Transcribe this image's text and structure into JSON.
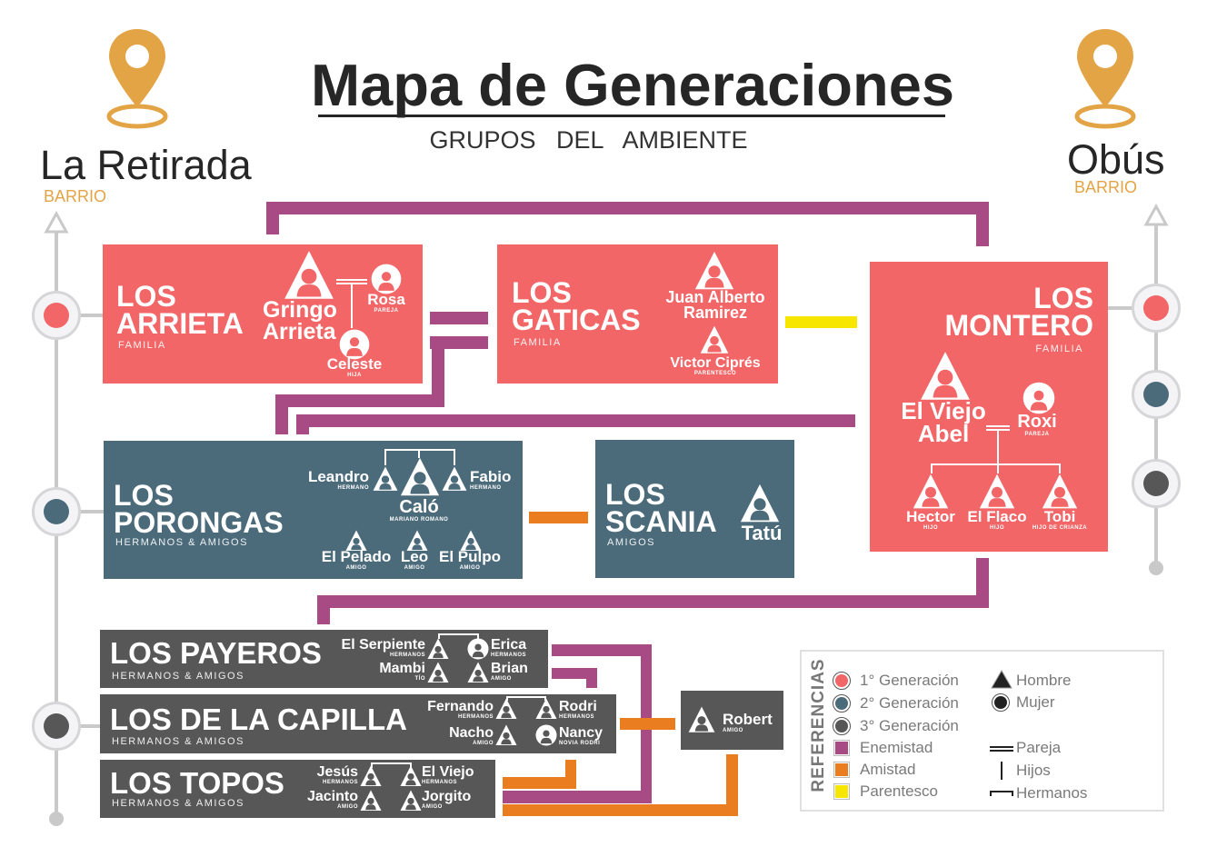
{
  "header": {
    "title": "Mapa de Generaciones",
    "subtitle": "GRUPOS   DEL   AMBIENTE",
    "left_place": {
      "name": "La Retirada",
      "type": "BARRIO"
    },
    "right_place": {
      "name": "Obús",
      "type": "BARRIO"
    }
  },
  "colors": {
    "gen1": "#f26667",
    "gen2": "#4b6b7b",
    "gen3": "#575757",
    "enemistad": "#a84b85",
    "amistad": "#ea7d1f",
    "parentesco": "#f7e600",
    "barrio": "#e3a446"
  },
  "groups": [
    {
      "title": [
        "LOS",
        "ARRIETA"
      ],
      "subtitle": "FAMILIA",
      "members": [
        {
          "name": "Gringo Arrieta",
          "role": "",
          "gender": "hombre"
        },
        {
          "name": "Rosa",
          "role": "PAREJA",
          "gender": "mujer"
        },
        {
          "name": "Celeste",
          "role": "HIJA",
          "gender": "mujer"
        }
      ]
    },
    {
      "title": [
        "LOS",
        "GATICAS"
      ],
      "subtitle": "FAMILIA",
      "members": [
        {
          "name": "Juan Alberto Ramirez",
          "role": "",
          "gender": "hombre"
        },
        {
          "name": "Victor Ciprés",
          "role": "PARENTESCO",
          "gender": "hombre"
        }
      ]
    },
    {
      "title": [
        "LOS",
        "MONTERO"
      ],
      "subtitle": "FAMILIA",
      "members": [
        {
          "name": "El Viejo Abel",
          "role": "",
          "gender": "hombre"
        },
        {
          "name": "Roxi",
          "role": "PAREJA",
          "gender": "mujer"
        },
        {
          "name": "Hector",
          "role": "HIJO",
          "gender": "hombre"
        },
        {
          "name": "El Flaco",
          "role": "HIJO",
          "gender": "hombre"
        },
        {
          "name": "Tobi",
          "role": "HIJO DE CRIANZA",
          "gender": "hombre"
        }
      ]
    },
    {
      "title": [
        "LOS",
        "PORONGAS"
      ],
      "subtitle": "HERMANOS & AMIGOS",
      "members": [
        {
          "name": "Caló",
          "role": "MARIANO ROMANO",
          "gender": "hombre"
        },
        {
          "name": "Leandro",
          "role": "HERMANO",
          "gender": "hombre"
        },
        {
          "name": "Fabio",
          "role": "HERMANO",
          "gender": "hombre"
        },
        {
          "name": "El Pelado",
          "role": "AMIGO",
          "gender": "hombre"
        },
        {
          "name": "Leo",
          "role": "AMIGO",
          "gender": "hombre"
        },
        {
          "name": "El Pulpo",
          "role": "AMIGO",
          "gender": "hombre"
        }
      ]
    },
    {
      "title": [
        "LOS",
        "SCANIA"
      ],
      "subtitle": "AMIGOS",
      "members": [
        {
          "name": "Tatú",
          "role": "",
          "gender": "hombre"
        }
      ]
    },
    {
      "title": [
        "LOS PAYEROS"
      ],
      "subtitle": "HERMANOS & AMIGOS",
      "members": [
        {
          "name": "El Serpiente",
          "role": "HERMANOS",
          "gender": "hombre"
        },
        {
          "name": "Erica",
          "role": "HERMANOS",
          "gender": "mujer"
        },
        {
          "name": "Mambi",
          "role": "TÍO",
          "gender": "hombre"
        },
        {
          "name": "Brian",
          "role": "AMIGO",
          "gender": "hombre"
        }
      ]
    },
    {
      "title": [
        "LOS DE LA CAPILLA"
      ],
      "subtitle": "HERMANOS & AMIGOS",
      "members": [
        {
          "name": "Fernando",
          "role": "HERMANOS",
          "gender": "hombre"
        },
        {
          "name": "Rodri",
          "role": "HERMANOS",
          "gender": "hombre"
        },
        {
          "name": "Nacho",
          "role": "AMIGO",
          "gender": "hombre"
        },
        {
          "name": "Nancy",
          "role": "NOVIA RODRI",
          "gender": "mujer"
        }
      ]
    },
    {
      "title": [
        "LOS TOPOS"
      ],
      "subtitle": "HERMANOS & AMIGOS",
      "members": [
        {
          "name": "Jesús",
          "role": "HERMANOS",
          "gender": "hombre"
        },
        {
          "name": "El Viejo",
          "role": "HERMANOS",
          "gender": "hombre"
        },
        {
          "name": "Jacinto",
          "role": "AMIGO",
          "gender": "hombre"
        },
        {
          "name": "Jorgito",
          "role": "AMIGO",
          "gender": "hombre"
        }
      ]
    },
    {
      "title": [],
      "subtitle": "",
      "members": [
        {
          "name": "Robert",
          "role": "AMIGO",
          "gender": "hombre"
        }
      ]
    }
  ],
  "legend": {
    "title": "REFERENCIAS",
    "generations": [
      "1° Generación",
      "2° Generación",
      "3° Generación"
    ],
    "relations": [
      "Enemistad",
      "Amistad",
      "Parentesco"
    ],
    "gender": [
      "Hombre",
      "Mujer"
    ],
    "lines": [
      "Pareja",
      "Hijos",
      "Hermanos"
    ]
  }
}
